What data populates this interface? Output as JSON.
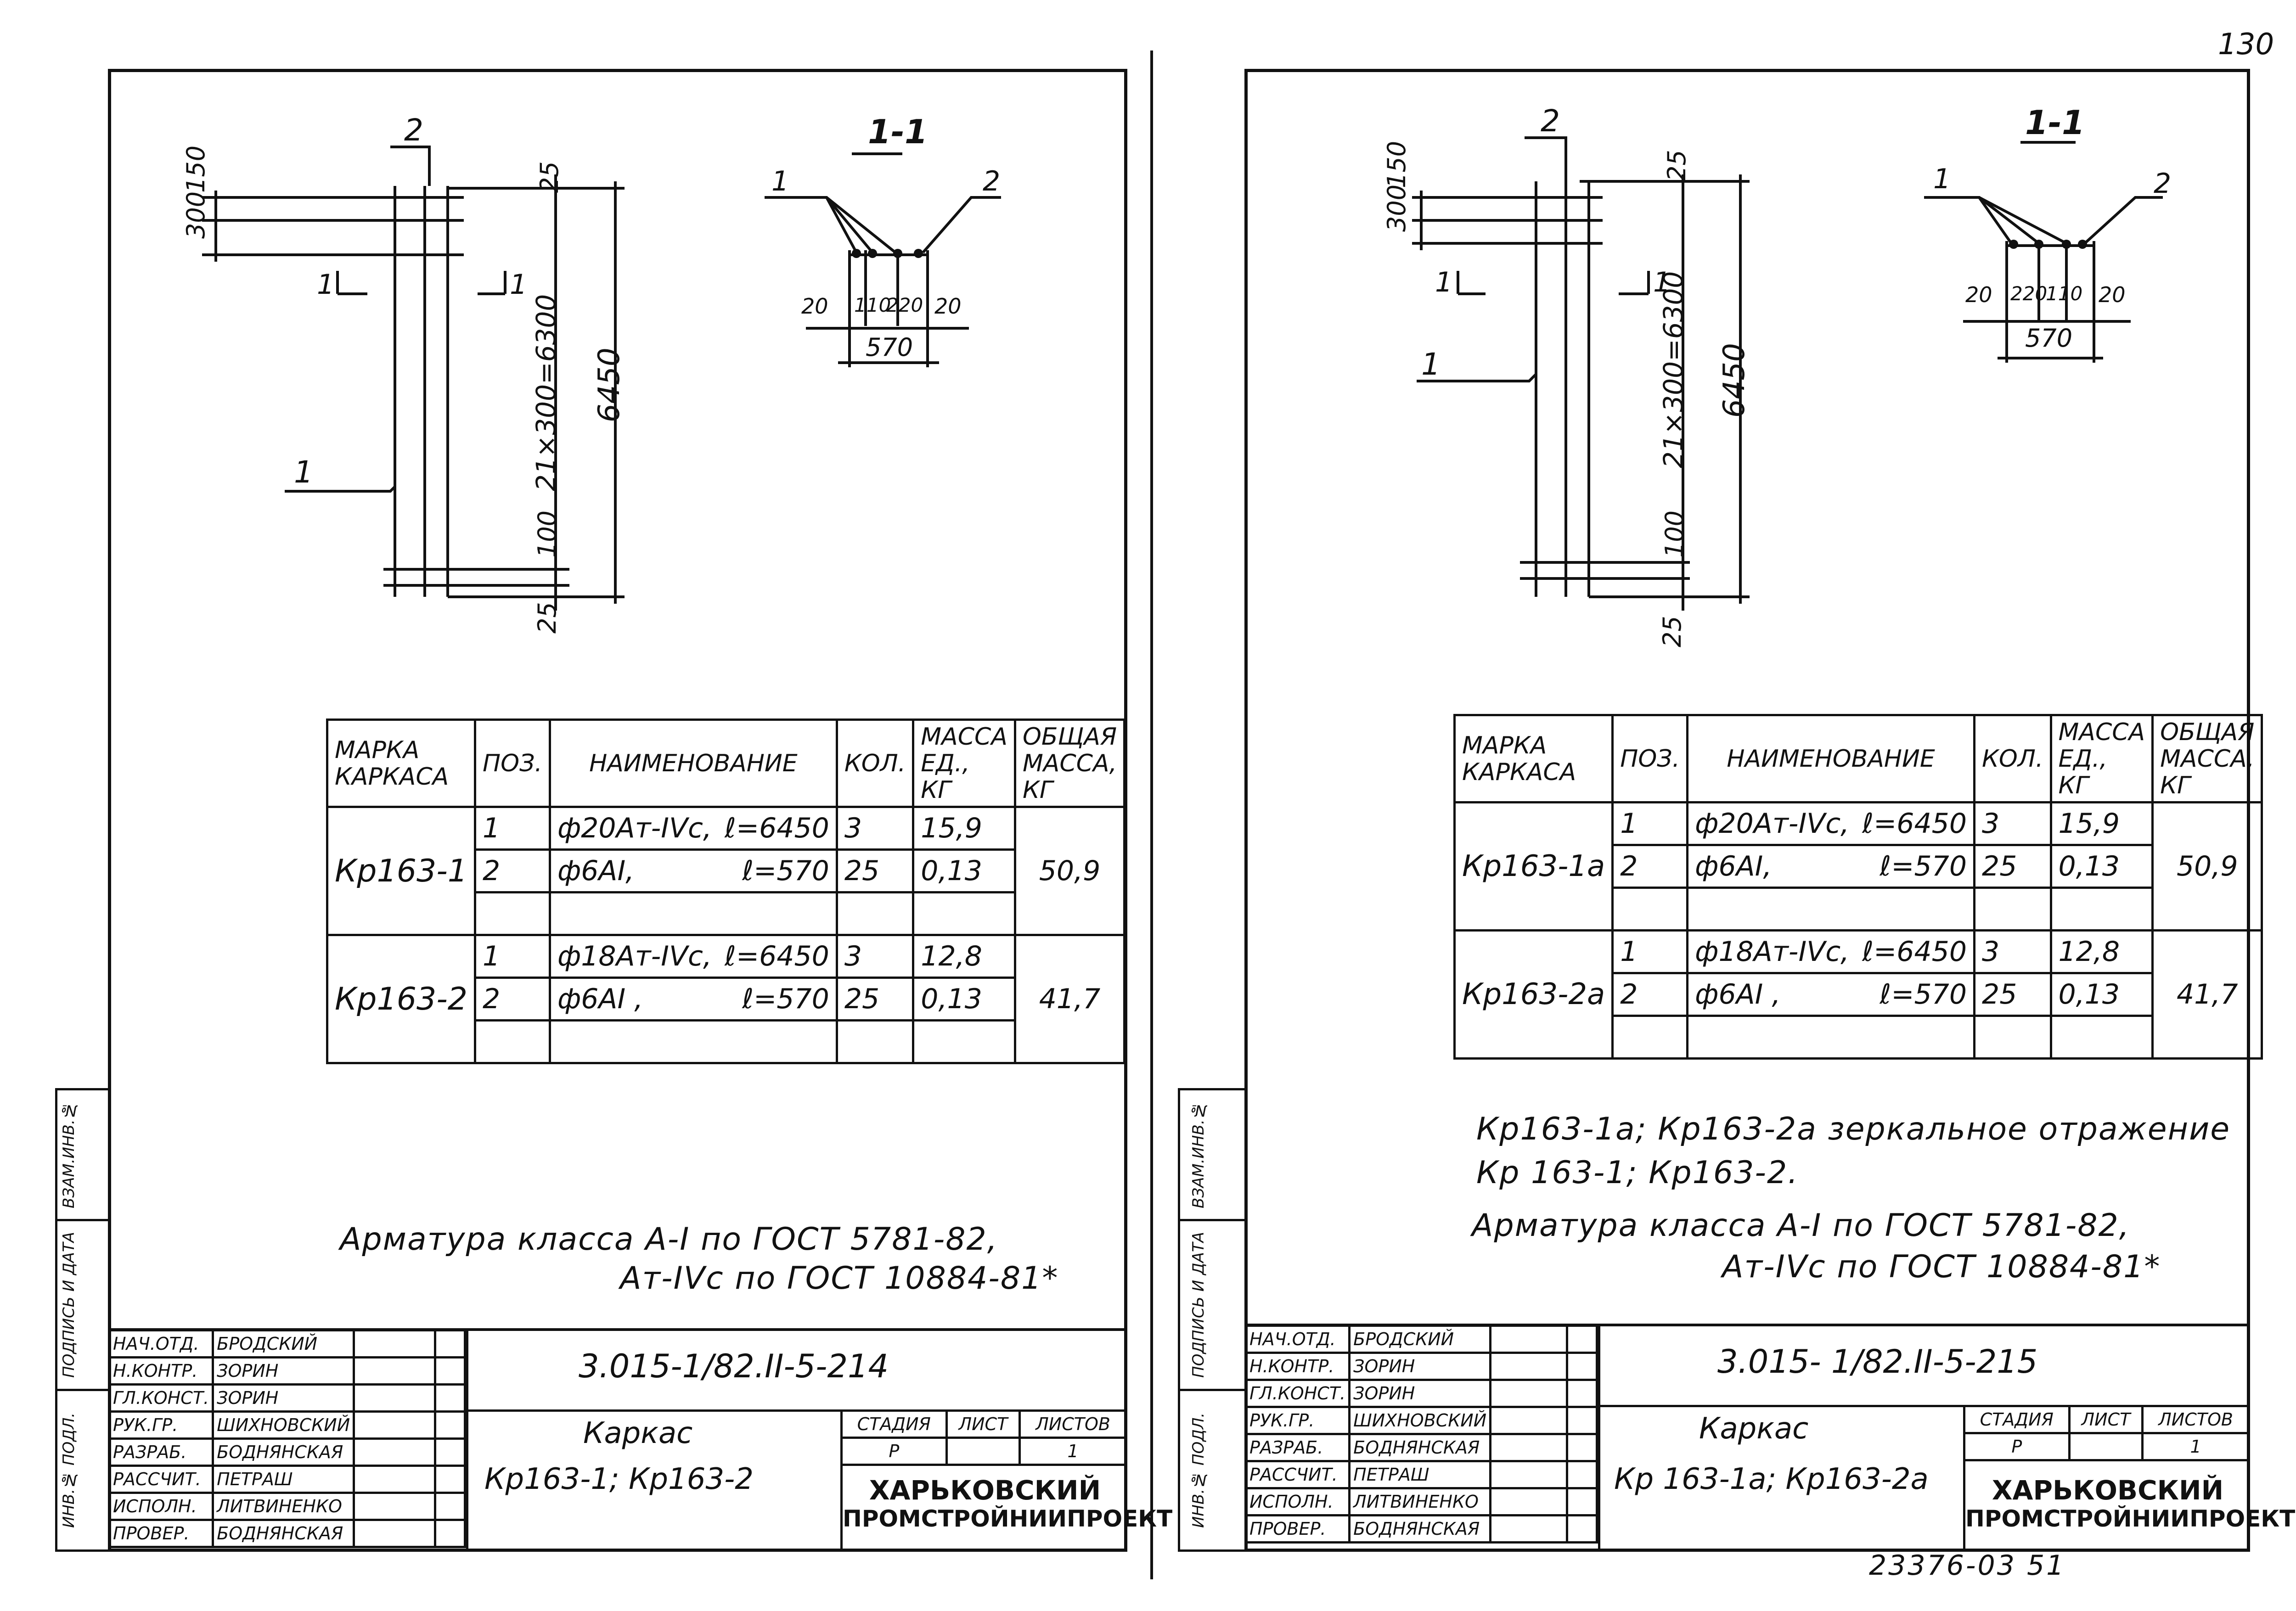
{
  "page_number": "130",
  "footer_stamp": "23376-03  51",
  "sheets": [
    {
      "section_label": "1-1",
      "section_mark": "1",
      "pos1_label": "1",
      "pos2_label": "2",
      "dims_left": [
        "300",
        "150"
      ],
      "dims_right": [
        "25",
        "21×300=6300",
        "100",
        "25"
      ],
      "dim_overall": "6450",
      "section_dims": [
        "20",
        "110",
        "220",
        "20"
      ],
      "section_overall": "570",
      "spec_header": [
        "МАРКА КАРКАСА",
        "ПОЗ.",
        "НАИМЕНОВАНИЕ",
        "КОЛ.",
        "МАССА ЕД., КГ",
        "ОБЩАЯ МАССА, КГ"
      ],
      "spec_groups": [
        {
          "mark": "Кр163-1",
          "total": "50,9",
          "rows": [
            {
              "pos": "1",
              "name": "ф20Ат-IVс,",
              "len": "ℓ=6450",
              "qty": "3",
              "mass": "15,9"
            },
            {
              "pos": "2",
              "name": "ф6АI,",
              "len": "ℓ=570",
              "qty": "25",
              "mass": "0,13"
            }
          ]
        },
        {
          "mark": "Кр163-2",
          "total": "41,7",
          "rows": [
            {
              "pos": "1",
              "name": "ф18Ат-IVс,",
              "len": "ℓ=6450",
              "qty": "3",
              "mass": "12,8"
            },
            {
              "pos": "2",
              "name": "ф6АI ,",
              "len": "ℓ=570",
              "qty": "25",
              "mass": "0,13"
            }
          ]
        }
      ],
      "notes": [
        "Арматура класса А-I по ГОСТ 5781-82,",
        "Ат-IVс по ГОСТ 10884-81*"
      ],
      "doc_code": "3.015-1/82.II-5-214",
      "title": "Каркас",
      "title_marks": "Кр163-1; Кр163-2",
      "stage_headers": [
        "СТАДИЯ",
        "ЛИСТ",
        "ЛИСТОВ"
      ],
      "stage_values": [
        "Р",
        "",
        "1"
      ],
      "org": [
        "ХАРЬКОВСКИЙ",
        "ПРОМСТРОЙНИИПРОЕКТ"
      ]
    },
    {
      "section_label": "1-1",
      "section_mark": "1",
      "pos1_label": "1",
      "pos2_label": "2",
      "dims_left": [
        "300",
        "150"
      ],
      "dims_right": [
        "25",
        "21×300=6300",
        "100",
        "25"
      ],
      "dim_overall": "6450",
      "section_dims": [
        "20",
        "220",
        "110",
        "20"
      ],
      "section_overall": "570",
      "spec_header": [
        "МАРКА КАРКАСА",
        "ПОЗ.",
        "НАИМЕНОВАНИЕ",
        "КОЛ.",
        "МАССА ЕД., КГ",
        "ОБЩАЯ МАССА, КГ"
      ],
      "spec_groups": [
        {
          "mark": "Кр163-1а",
          "total": "50,9",
          "rows": [
            {
              "pos": "1",
              "name": "ф20Ат-IVс,",
              "len": "ℓ=6450",
              "qty": "3",
              "mass": "15,9"
            },
            {
              "pos": "2",
              "name": "ф6АI,",
              "len": "ℓ=570",
              "qty": "25",
              "mass": "0,13"
            }
          ]
        },
        {
          "mark": "Кр163-2а",
          "total": "41,7",
          "rows": [
            {
              "pos": "1",
              "name": "ф18Ат-IVс,",
              "len": "ℓ=6450",
              "qty": "3",
              "mass": "12,8"
            },
            {
              "pos": "2",
              "name": "ф6АI ,",
              "len": "ℓ=570",
              "qty": "25",
              "mass": "0,13"
            }
          ]
        }
      ],
      "notes": [
        "Кр163-1а; Кр163-2а зеркальное отражение",
        "Кр 163-1; Кр163-2.",
        "Арматура класса А-I по ГОСТ 5781-82,",
        "Ат-IVс по ГОСТ 10884-81*"
      ],
      "doc_code": "3.015- 1/82.II-5-215",
      "title": "Каркас",
      "title_marks": "Кр 163-1а; Кр163-2а",
      "stage_headers": [
        "СТАДИЯ",
        "ЛИСТ",
        "ЛИСТОВ"
      ],
      "stage_values": [
        "Р",
        "",
        "1"
      ],
      "org": [
        "ХАРЬКОВСКИЙ",
        "ПРОМСТРОЙНИИПРОЕКТ"
      ]
    }
  ],
  "signatories": [
    {
      "role": "НАЧ.ОТД.",
      "name": "БРОДСКИЙ"
    },
    {
      "role": "Н.КОНТР.",
      "name": "ЗОРИН"
    },
    {
      "role": "ГЛ.КОНСТ.",
      "name": "ЗОРИН"
    },
    {
      "role": "РУК.ГР.",
      "name": "ШИХНОВСКИЙ"
    },
    {
      "role": "РАЗРАБ.",
      "name": "БОДНЯНСКАЯ"
    },
    {
      "role": "РАССЧИТ.",
      "name": "ПЕТРАШ"
    },
    {
      "role": "ИСПОЛН.",
      "name": "ЛИТВИНЕНКО"
    },
    {
      "role": "ПРОВЕР.",
      "name": "БОДНЯНСКАЯ"
    }
  ],
  "side_stamps": [
    "ВЗАМ.ИНВ.№",
    "ПОДПИСЬ И ДАТА",
    "ИНВ.№ ПОДЛ."
  ]
}
